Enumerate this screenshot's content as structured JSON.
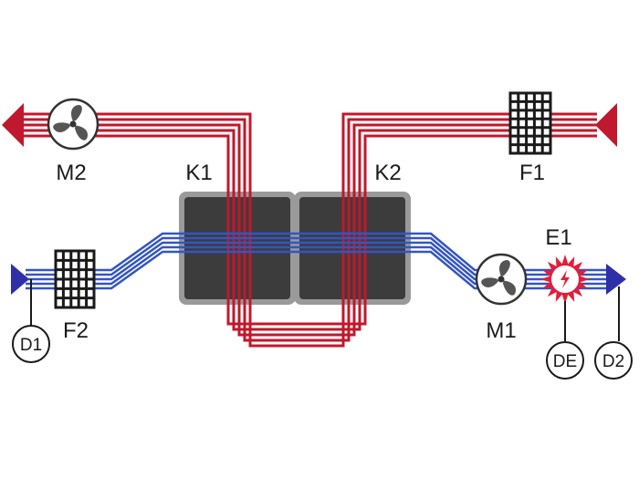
{
  "colors": {
    "exhaust_duct": "#c0182c",
    "supply_duct": "#3355c4",
    "supply_arrow": "#2f2fa8",
    "exchanger_body": "#3c3c3c",
    "heater_burst": "#e21e3a",
    "stroke": "#1a1a1a"
  },
  "components": {
    "m2": {
      "label": "M2",
      "icon": "fan-icon"
    },
    "k1": {
      "label": "K1",
      "icon": "heat-exchanger-block"
    },
    "k2": {
      "label": "K2",
      "icon": "heat-exchanger-block"
    },
    "f1": {
      "label": "F1",
      "icon": "filter-grid-icon"
    },
    "f2": {
      "label": "F2",
      "icon": "filter-grid-icon"
    },
    "m1": {
      "label": "M1",
      "icon": "fan-icon"
    },
    "e1": {
      "label": "E1",
      "icon": "electric-heater-icon"
    }
  },
  "sensors": {
    "d1": {
      "label": "D1"
    },
    "de": {
      "label": "DE"
    },
    "d2": {
      "label": "D2"
    }
  }
}
